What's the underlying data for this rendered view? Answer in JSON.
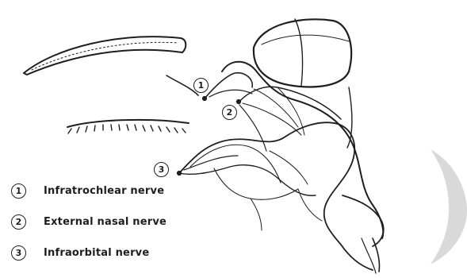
{
  "labels": [
    {
      "number": "1",
      "text": "Infratrochlear nerve"
    },
    {
      "number": "2",
      "text": "External nasal nerve"
    },
    {
      "number": "3",
      "text": "Infraorbital nerve"
    }
  ],
  "colors": {
    "ink": "#1e1e1e",
    "page": "#ffffff",
    "side_shape": "#d9d9d9"
  }
}
